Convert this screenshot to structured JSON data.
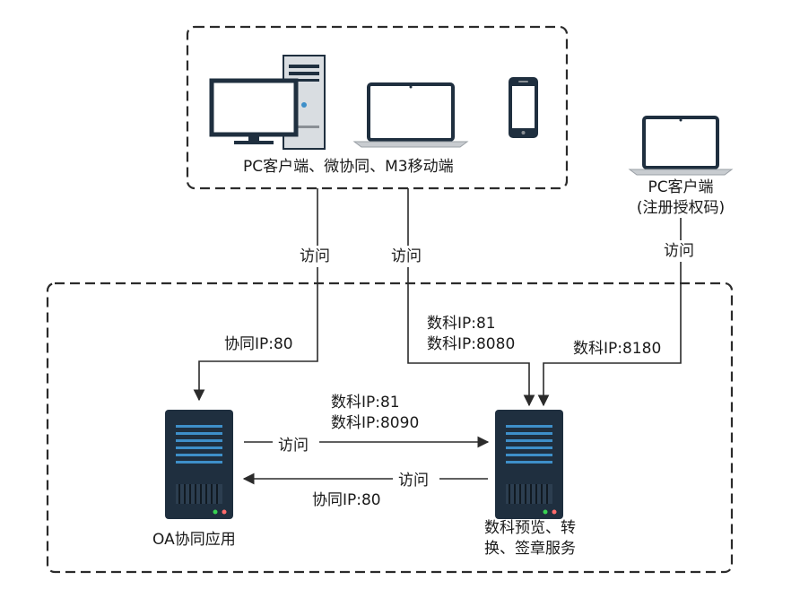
{
  "clients_group": {
    "caption": "PC客户端、微协同、M3移动端"
  },
  "pc_client": {
    "caption_line1": "PC客户端",
    "caption_line2": "(注册授权码)"
  },
  "servers": {
    "oa": {
      "caption": "OA协同应用"
    },
    "dkey": {
      "caption_line1": "数科预览、转",
      "caption_line2": "换、签章服务"
    }
  },
  "edges": {
    "group_to_oa": {
      "action": "访问",
      "target": "协同IP:80"
    },
    "group_to_dkey": {
      "action": "访问",
      "target_line1": "数科IP:81",
      "target_line2": "数科IP:8080"
    },
    "pc_to_dkey": {
      "action": "访问",
      "target": "数科IP:8180"
    },
    "oa_to_dkey": {
      "action": "访问",
      "target_line1": "数科IP:81",
      "target_line2": "数科IP:8090"
    },
    "dkey_to_oa": {
      "action": "访问",
      "target": "协同IP:80"
    }
  },
  "colors": {
    "line": "#2b2b2b",
    "server_body": "#1f2f3f",
    "server_bay": "#3e8fc9",
    "monitor_frame": "#1f2f3f",
    "screen": "#ffffff",
    "laptop_base": "#c8ccd0"
  }
}
